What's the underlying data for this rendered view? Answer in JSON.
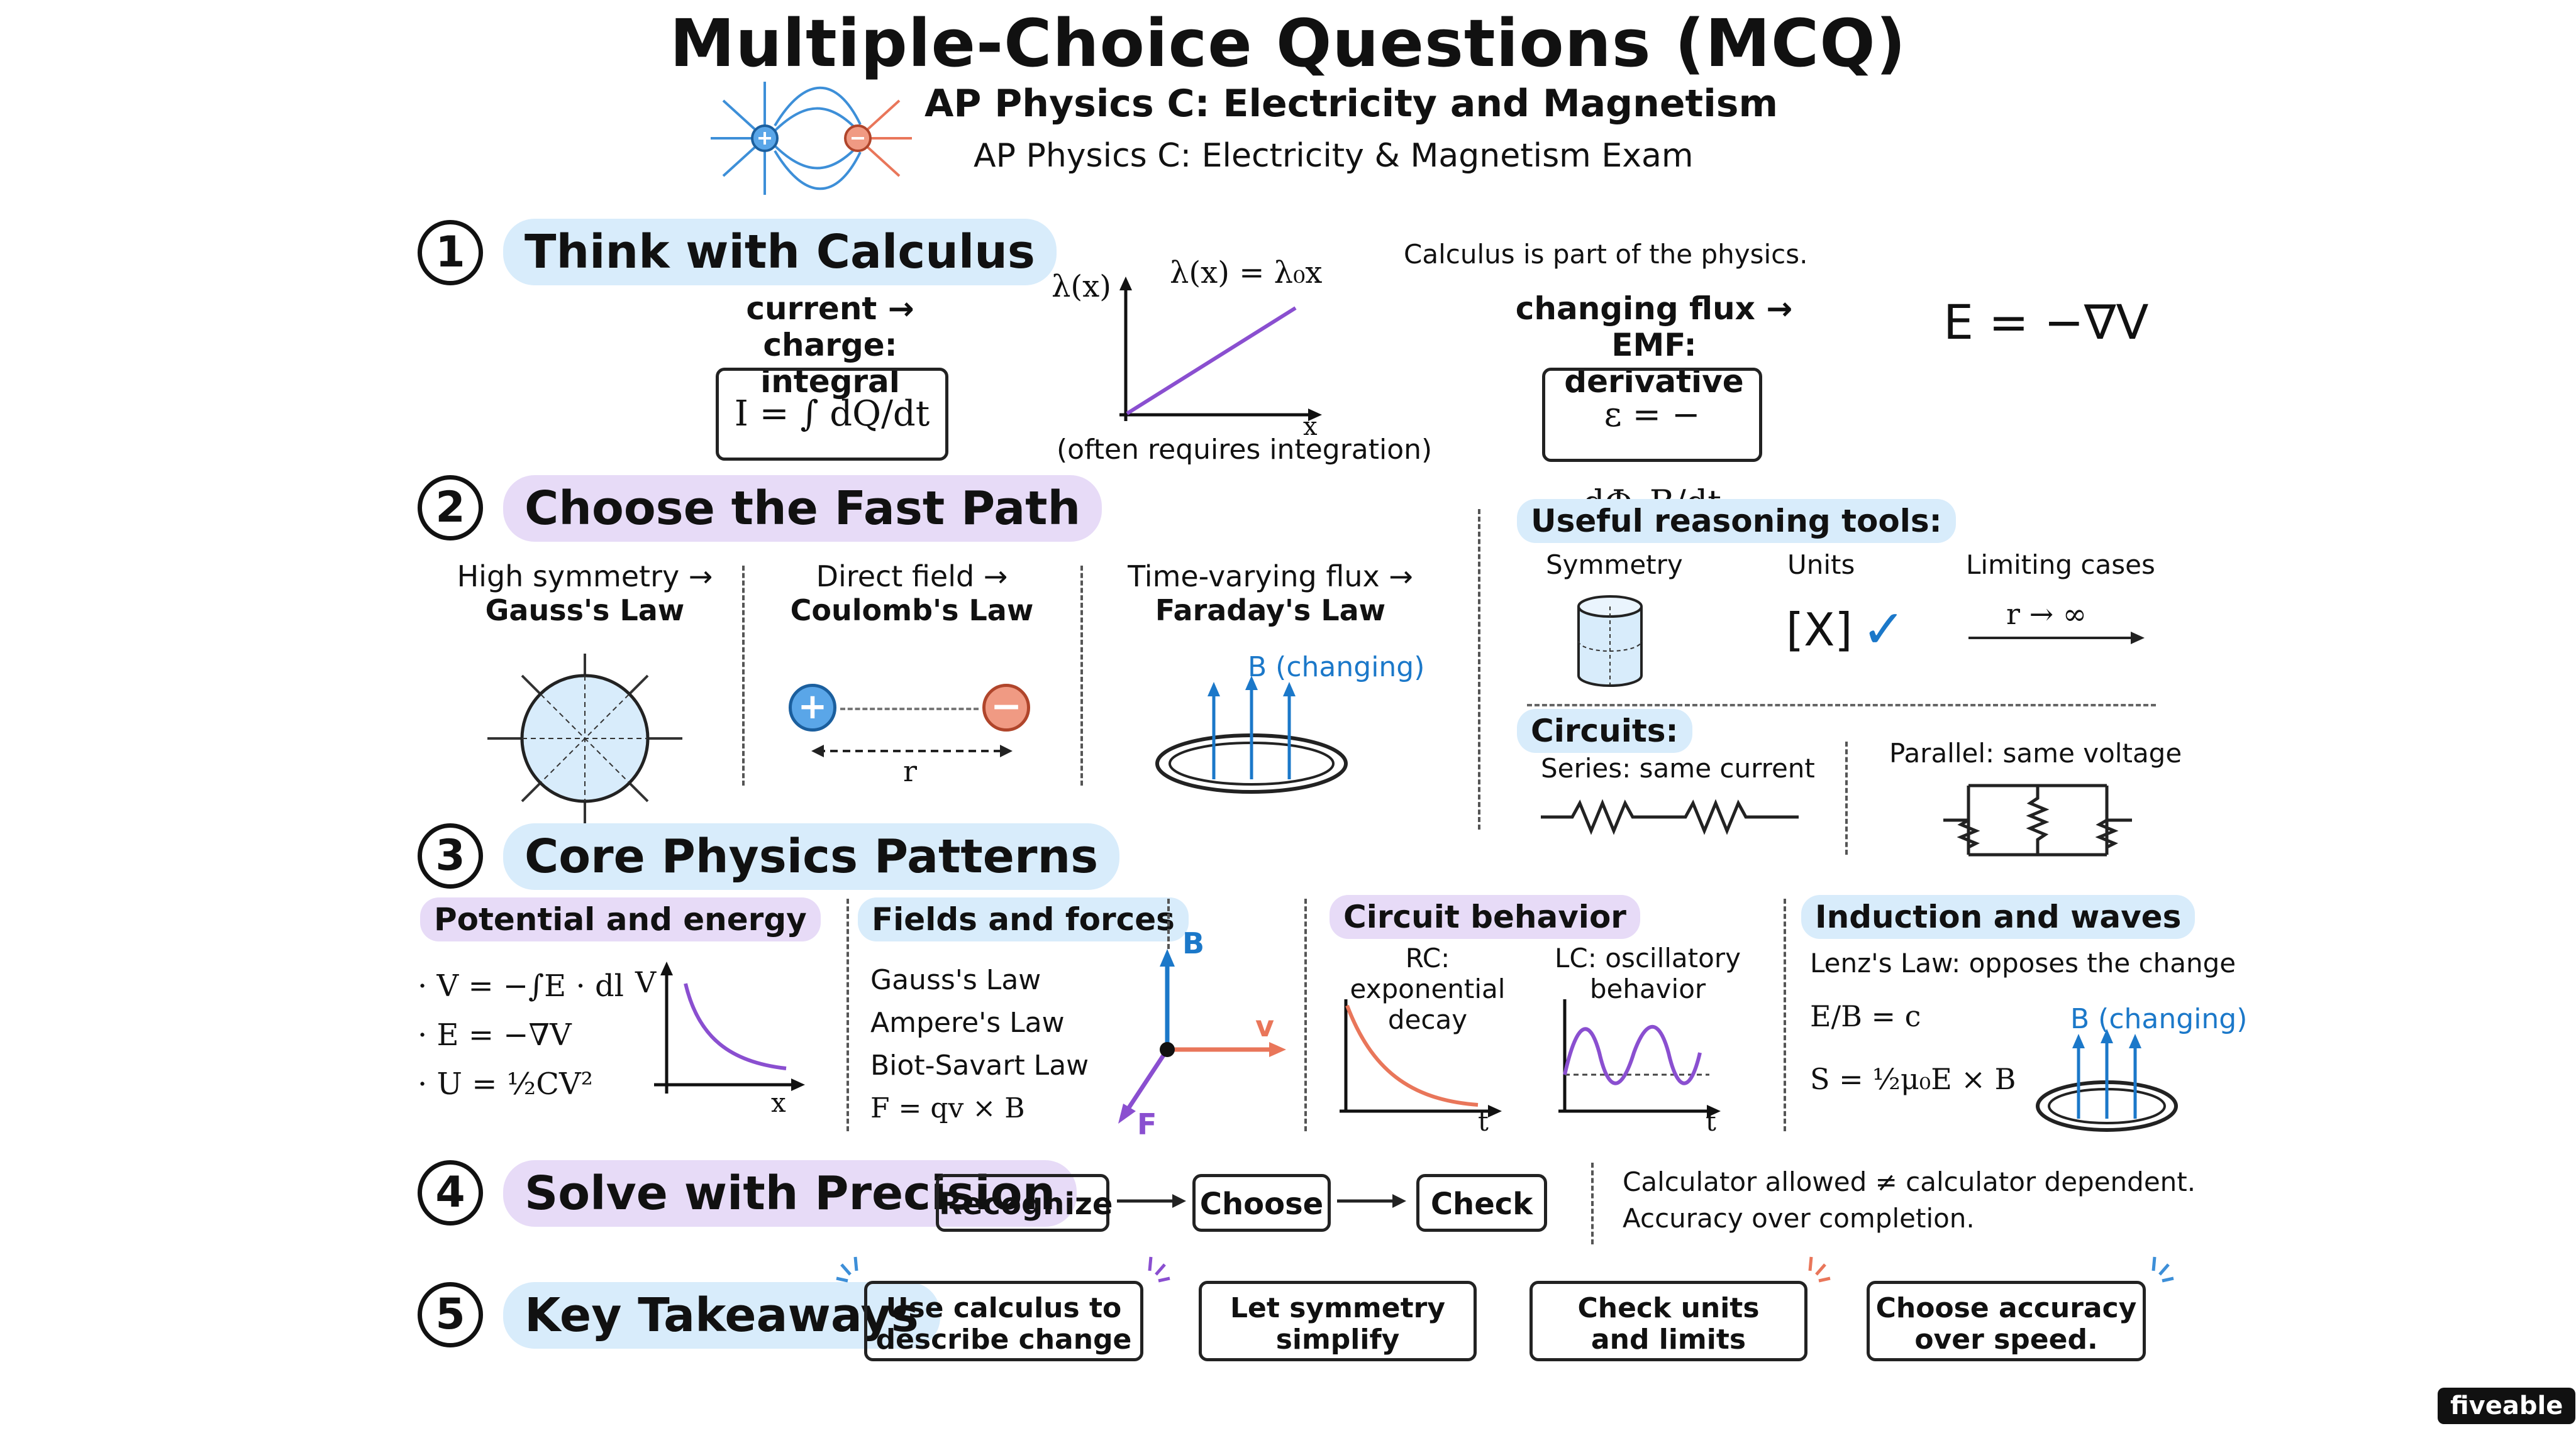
{
  "header": {
    "title": "Multiple-Choice Questions (MCQ)",
    "subtitle": "AP Physics C: Electricity and Magnetism",
    "exam": "AP Physics C: Electricity & Magnetism Exam"
  },
  "sections": [
    {
      "number": "1",
      "title": "Think with Calculus"
    },
    {
      "number": "2",
      "title": "Choose the Fast Path"
    },
    {
      "number": "3",
      "title": "Core Physics Patterns"
    },
    {
      "number": "4",
      "title": "Solve with Precision"
    },
    {
      "number": "5",
      "title": "Key Takeaways"
    }
  ],
  "calculus": {
    "current_charge_1": "current → charge:",
    "current_charge_2": "integral",
    "current_formula": "I = ∫ dQ/dt dt",
    "graph_func": "λ(x) = λ₀x",
    "graph_ylabel": "λ(x)",
    "graph_xlabel": "x",
    "graph_caption": "(often requires integration)",
    "note": "Calculus is part of the physics.",
    "flux_emf_1": "changing flux → EMF:",
    "flux_emf_2": "derivative",
    "emf_formula": "ε = − dΦ_B/dt",
    "gradient_formula": "E = −∇V"
  },
  "fast_path": {
    "gauss_1": "High symmetry →",
    "gauss_2": "Gauss's Law",
    "coulomb_1": "Direct field →",
    "coulomb_2": "Coulomb's Law",
    "coulomb_r": "r",
    "plus": "+",
    "minus": "−",
    "faraday_1": "Time-varying flux →",
    "faraday_2": "Faraday's Law",
    "b_changing": "B (changing)",
    "tools_title": "Useful reasoning tools:",
    "tool_symmetry": "Symmetry",
    "tool_units": "Units",
    "tool_units_sym": "[X]",
    "tool_limiting": "Limiting cases",
    "tool_limit_expr": "r → ∞",
    "circuits_title": "Circuits:",
    "series": "Series: same current",
    "parallel": "Parallel: same voltage"
  },
  "patterns": {
    "potential": {
      "title": "Potential and energy",
      "items": [
        "· V = −∫E · dl",
        "· E = −∇V",
        "· U = ½CV²"
      ],
      "graph_y": "V",
      "graph_x": "x"
    },
    "fields": {
      "title": "Fields and forces",
      "items": [
        "Gauss's Law",
        "Ampere's Law",
        "Biot-Savart Law",
        "F = qv × B"
      ],
      "axis_b": "B",
      "axis_v": "v",
      "axis_f": "F"
    },
    "circuit": {
      "title": "Circuit behavior",
      "rc_1": "RC: exponential",
      "rc_2": "decay",
      "lc_1": "LC: oscillatory",
      "lc_2": "behavior",
      "t": "t"
    },
    "induction": {
      "title": "Induction and waves",
      "lenz": "Lenz's Law: opposes the change",
      "eb": "E/B = c",
      "poynting": "S = ½μ₀E × B",
      "b_changing": "B (changing)"
    }
  },
  "precision": {
    "steps": [
      "Recognize",
      "Choose",
      "Check"
    ],
    "note_1": "Calculator allowed ≠ calculator dependent.",
    "note_2": "Accuracy over completion."
  },
  "takeaways": [
    {
      "line1": "Use calculus to",
      "line2": "describe change"
    },
    {
      "line1": "Let symmetry",
      "line2": "simplify"
    },
    {
      "line1": "Check units",
      "line2": "and limits"
    },
    {
      "line1": "Choose accuracy",
      "line2": "over speed."
    }
  ],
  "brand": "fiveable",
  "colors": {
    "blue_highlight": "#d8ecfb",
    "purple_highlight": "#e7dbf7",
    "accent_blue": "#1b78c9",
    "accent_purple": "#8a4fd0",
    "accent_orange": "#e9765a"
  }
}
